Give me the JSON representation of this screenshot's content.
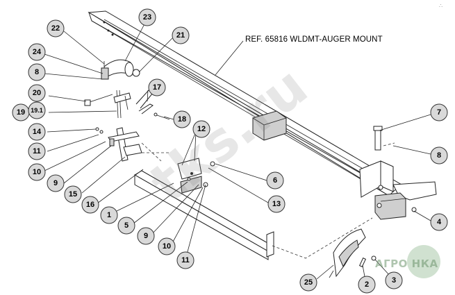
{
  "reference_label": "REF. 65816 WLDMT-AUGER MOUNT",
  "watermark": "tks.ru",
  "logo_text": "АГРО НКА",
  "corner_mark": "∴",
  "callouts": [
    {
      "id": "c22",
      "label": "22"
    },
    {
      "id": "c23",
      "label": "23"
    },
    {
      "id": "c21",
      "label": "21"
    },
    {
      "id": "c24",
      "label": "24"
    },
    {
      "id": "c8a",
      "label": "8"
    },
    {
      "id": "c20",
      "label": "20"
    },
    {
      "id": "c19",
      "label": "19"
    },
    {
      "id": "c191",
      "label": "19.1"
    },
    {
      "id": "c17",
      "label": "17"
    },
    {
      "id": "c18",
      "label": "18"
    },
    {
      "id": "c14",
      "label": "14"
    },
    {
      "id": "c11a",
      "label": "11"
    },
    {
      "id": "c10a",
      "label": "10"
    },
    {
      "id": "c9a",
      "label": "9"
    },
    {
      "id": "c15",
      "label": "15"
    },
    {
      "id": "c16",
      "label": "16"
    },
    {
      "id": "c12",
      "label": "12"
    },
    {
      "id": "c6",
      "label": "6"
    },
    {
      "id": "c13",
      "label": "13"
    },
    {
      "id": "c1",
      "label": "1"
    },
    {
      "id": "c5",
      "label": "5"
    },
    {
      "id": "c9b",
      "label": "9"
    },
    {
      "id": "c10b",
      "label": "10"
    },
    {
      "id": "c11b",
      "label": "11"
    },
    {
      "id": "c7",
      "label": "7"
    },
    {
      "id": "c8b",
      "label": "8"
    },
    {
      "id": "c4",
      "label": "4"
    },
    {
      "id": "c25",
      "label": "25"
    },
    {
      "id": "c2",
      "label": "2"
    },
    {
      "id": "c3",
      "label": "3"
    }
  ]
}
